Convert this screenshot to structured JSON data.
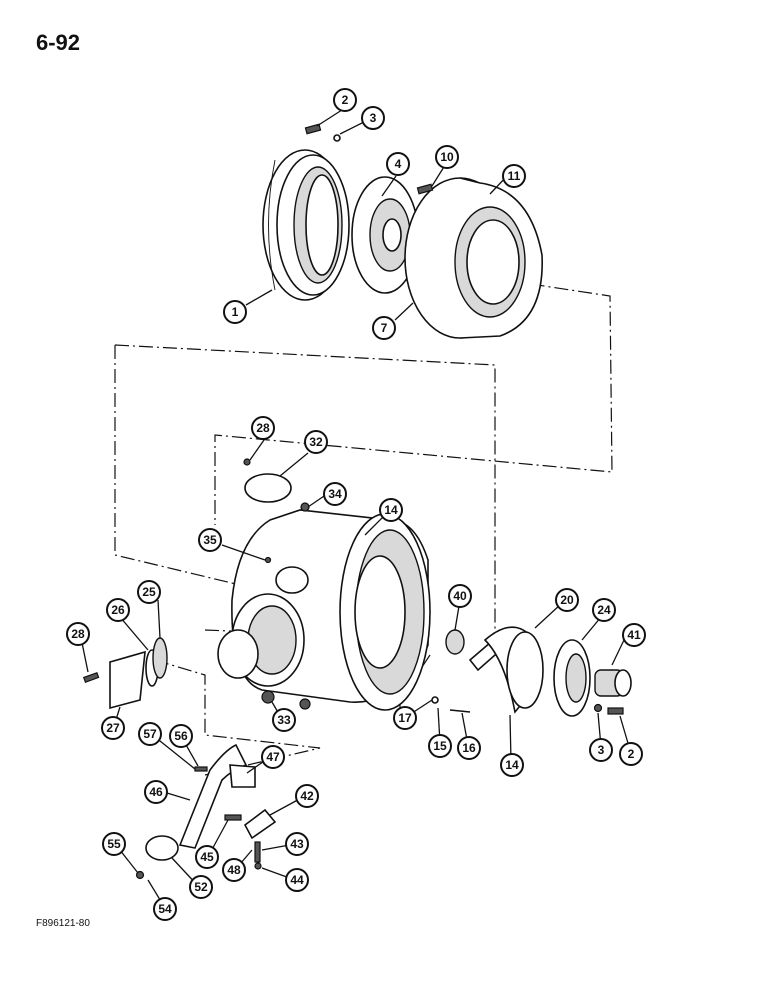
{
  "page": {
    "page_number": "6-92",
    "figure_code": "F896121-80"
  },
  "callouts": {
    "c1": "1",
    "c2a": "2",
    "c3a": "3",
    "c4": "4",
    "c7": "7",
    "c10": "10",
    "c11": "11",
    "c28a": "28",
    "c32": "32",
    "c34": "34",
    "c14a": "14",
    "c35": "35",
    "c25": "25",
    "c26": "26",
    "c28b": "28",
    "c27": "27",
    "c40": "40",
    "c20": "20",
    "c24": "24",
    "c41": "41",
    "c17": "17",
    "c15": "15",
    "c16": "16",
    "c14b": "14",
    "c3b": "3",
    "c2b": "2",
    "c33": "33",
    "c57": "57",
    "c56": "56",
    "c47": "47",
    "c46": "46",
    "c42": "42",
    "c43": "43",
    "c45": "45",
    "c48": "48",
    "c44": "44",
    "c55": "55",
    "c52": "52",
    "c54": "54"
  }
}
